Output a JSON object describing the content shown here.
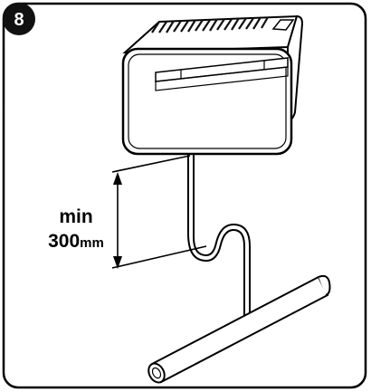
{
  "step": {
    "number": "8"
  },
  "dimension": {
    "label_line1": "min",
    "value": "300",
    "unit": "mm"
  },
  "colors": {
    "ink": "#000000",
    "paper": "#ffffff",
    "badge": "#111111",
    "unit_grille": "#111111"
  },
  "icons": {
    "unit": "wall-mounted-air-conditioner",
    "drain": "condensate-drain-pipe-with-trap"
  }
}
